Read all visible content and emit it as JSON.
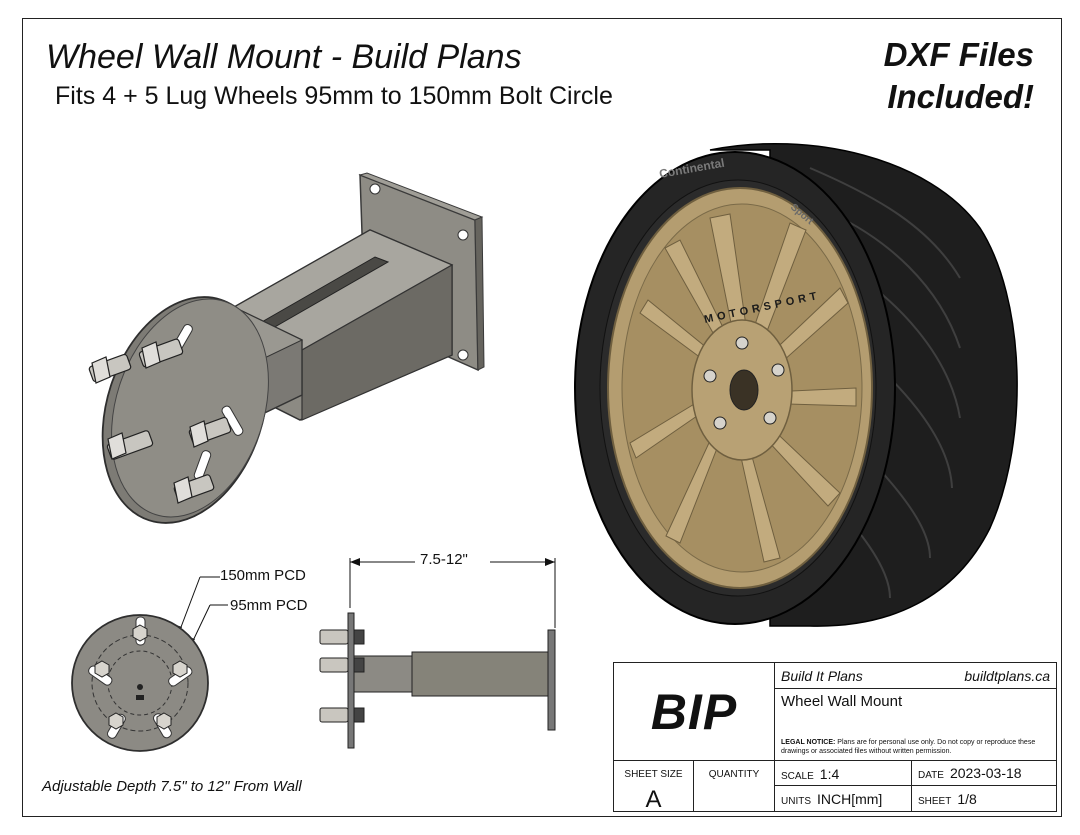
{
  "header": {
    "title": "Wheel Wall Mount - Build Plans",
    "subtitle": "Fits 4 + 5 Lug Wheels 95mm to 150mm Bolt Circle",
    "dxf_line1": "DXF Files",
    "dxf_line2": "Included!"
  },
  "wheel": {
    "tire_brand": "Continental",
    "tire_model": "Sport",
    "rim_text": "MOTORSPORT"
  },
  "dimensions": {
    "depth": "7.5-12\"",
    "pcd_outer": "150mm PCD",
    "pcd_inner": "95mm PCD"
  },
  "caption": "Adjustable Depth 7.5\" to 12\" From Wall",
  "title_block": {
    "logo": "BIP",
    "firm": "Build It Plans",
    "website": "buildtplans.ca",
    "part_name": "Wheel Wall Mount",
    "legal_label": "LEGAL NOTICE:",
    "legal_text": "Plans are for personal use only. Do not copy or reproduce these drawings or associated files without written permission.",
    "sheet_size_label": "SHEET SIZE",
    "sheet_size": "A",
    "quantity_label": "QUANTITY",
    "scale_label": "SCALE",
    "scale": "1:4",
    "date_label": "DATE",
    "date": "2023-03-18",
    "units_label": "UNITS",
    "units": "INCH[mm]",
    "sheet_label": "SHEET",
    "sheet": "1/8"
  },
  "colors": {
    "steel": "#8a8880",
    "steel_dark": "#5f5d58",
    "rim_gold": "#b39b6e",
    "tire": "#202020"
  }
}
